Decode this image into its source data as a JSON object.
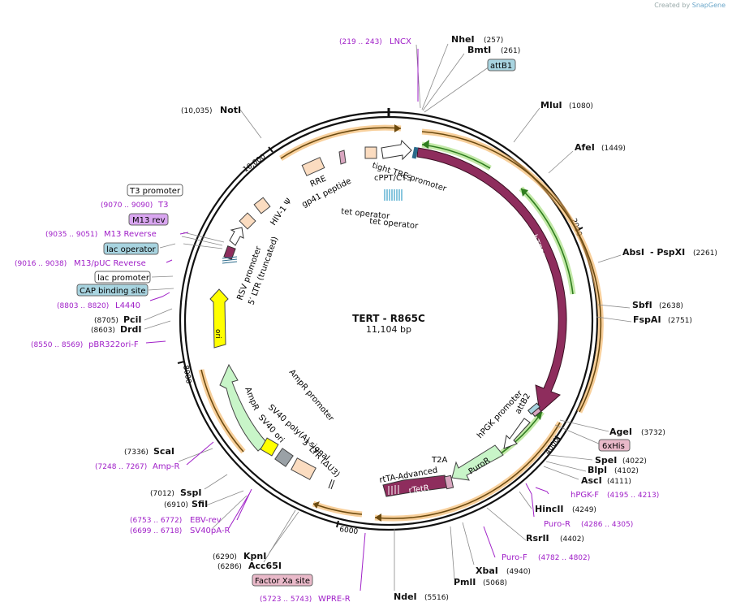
{
  "credit": {
    "prefix": "Created by",
    "brand": "SnapGene"
  },
  "plasmid": {
    "name": "TERT - R865C",
    "size": "11,104 bp"
  },
  "ruler_ticks": [
    {
      "label": "2000",
      "name": "tick-2000"
    },
    {
      "label": "4000",
      "name": "tick-4000"
    },
    {
      "label": "6000",
      "name": "tick-6000"
    },
    {
      "label": "8000",
      "name": "tick-8000"
    },
    {
      "label": "10,000",
      "name": "tick-10000"
    }
  ],
  "sites": [
    {
      "name": "NheI",
      "pos": "(257)"
    },
    {
      "name": "BmtI",
      "pos": "(261)"
    },
    {
      "name": "MluI",
      "pos": "(1080)"
    },
    {
      "name": "AfeI",
      "pos": "(1449)"
    },
    {
      "name": "AbsI",
      "sep": "- PspXI",
      "pos": "(2261)"
    },
    {
      "name": "SbfI",
      "pos": "(2638)"
    },
    {
      "name": "FspAI",
      "pos": "(2751)"
    },
    {
      "name": "AgeI",
      "pos": "(3732)"
    },
    {
      "name": "SpeI",
      "pos": "(4022)"
    },
    {
      "name": "BlpI",
      "pos": "(4102)"
    },
    {
      "name": "AscI",
      "pos": "(4111)"
    },
    {
      "name": "HincII",
      "pos": "(4249)"
    },
    {
      "name": "RsrII",
      "pos": "(4402)"
    },
    {
      "name": "XbaI",
      "pos": "(4940)"
    },
    {
      "name": "PmlI",
      "pos": "(5068)"
    },
    {
      "name": "NdeI",
      "pos": "(5516)"
    },
    {
      "name": "KpnI",
      "pos": "(6290)"
    },
    {
      "name": "Acc65I",
      "pos": "(6286)"
    },
    {
      "name": "SfiI",
      "pos": "(6910)"
    },
    {
      "name": "SspI",
      "pos": "(7012)"
    },
    {
      "name": "ScaI",
      "pos": "(7336)"
    },
    {
      "name": "DrdI",
      "pos": "(8603)"
    },
    {
      "name": "PciI",
      "pos": "(8705)"
    },
    {
      "name": "NotI",
      "pos": "(10,035)"
    }
  ],
  "primers": [
    {
      "name": "LNCX",
      "range": "(219 .. 243)"
    },
    {
      "name": "hPGK-F",
      "range": "(4195 .. 4213)"
    },
    {
      "name": "Puro-R",
      "range": "(4286 .. 4305)"
    },
    {
      "name": "Puro-F",
      "range": "(4782 .. 4802)"
    },
    {
      "name": "WPRE-R",
      "range": "(5723 .. 5743)"
    },
    {
      "name": "EBV-rev",
      "range": "(6753 .. 6772)"
    },
    {
      "name": "SV40pA-R",
      "range": "(6699 .. 6718)"
    },
    {
      "name": "Amp-R",
      "range": "(7248 .. 7267)"
    },
    {
      "name": "pBR322ori-F",
      "range": "(8550 .. 8569)"
    },
    {
      "name": "L4440",
      "range": "(8803 .. 8820)"
    },
    {
      "name": "M13/pUC Reverse",
      "range": "(9016 .. 9038)"
    },
    {
      "name": "M13 Reverse",
      "range": "(9035 .. 9051)"
    },
    {
      "name": "T3",
      "range": "(9070 .. 9090)"
    }
  ],
  "boxed_labels": [
    {
      "text": "attB1",
      "kind": "blue"
    },
    {
      "text": "6xHis",
      "kind": "pink"
    },
    {
      "text": "Factor Xa site",
      "kind": "pink"
    },
    {
      "text": "T3 promoter",
      "kind": "white"
    },
    {
      "text": "M13 rev",
      "kind": "purple"
    },
    {
      "text": "lac operator",
      "kind": "blue"
    },
    {
      "text": "lac promoter",
      "kind": "white"
    },
    {
      "text": "CAP binding site",
      "kind": "blue"
    }
  ],
  "features": {
    "hTERT": "hTERT",
    "tight_tre": "tight TRE promoter",
    "cppt": "cPPT/CTS",
    "tet_op1": "tet operator",
    "tet_op2": "tet operator",
    "rre": "RRE",
    "gp41": "gp41 peptide",
    "hiv": "HIV-1 Ψ",
    "rsv": "RSV promoter",
    "ltr5": "5′ LTR (truncated)",
    "ori": "ori",
    "ampr": "AmpR",
    "ampr_prom": "AmpR promoter",
    "sv40ori": "SV40 ori",
    "sv40pa": "SV40 poly(A) signal",
    "ltr3": "3′ LTR (ΔU3)",
    "rtetr": "rTetR",
    "rtta": "rtTA-Advanced",
    "t2a": "T2A",
    "puror": "PuroR",
    "hpgk": "hPGK promoter",
    "attb2": "attB2"
  },
  "colors": {
    "hTERT": "#8e2d5d",
    "orange_arc": "#f0a030",
    "green_arc": "#3a9a2a",
    "ori": "#ffff00",
    "ampr": "#c8f5c8",
    "promoter": "#ffffff",
    "misc": "#fbdcc0",
    "enzyme": "#000000",
    "primer": "#a020c8",
    "box_blue": "#a8d4e0",
    "box_pink": "#e9b9c9",
    "box_purple": "#d9a6f0"
  }
}
